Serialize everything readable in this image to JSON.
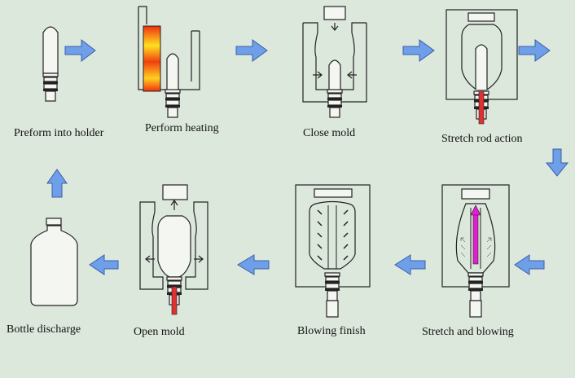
{
  "steps": [
    {
      "label": "Preform into holder"
    },
    {
      "label": "Perform heating"
    },
    {
      "label": "Close mold"
    },
    {
      "label": "Stretch rod action"
    },
    {
      "label": "Stretch and blowing"
    },
    {
      "label": "Blowing finish"
    },
    {
      "label": "Open mold"
    },
    {
      "label": "Bottle discharge"
    }
  ],
  "colors": {
    "background": "#dde8dd",
    "arrow": "#6f9fe8",
    "heater": "#f04020",
    "stretch_rod": "#e020d0"
  }
}
